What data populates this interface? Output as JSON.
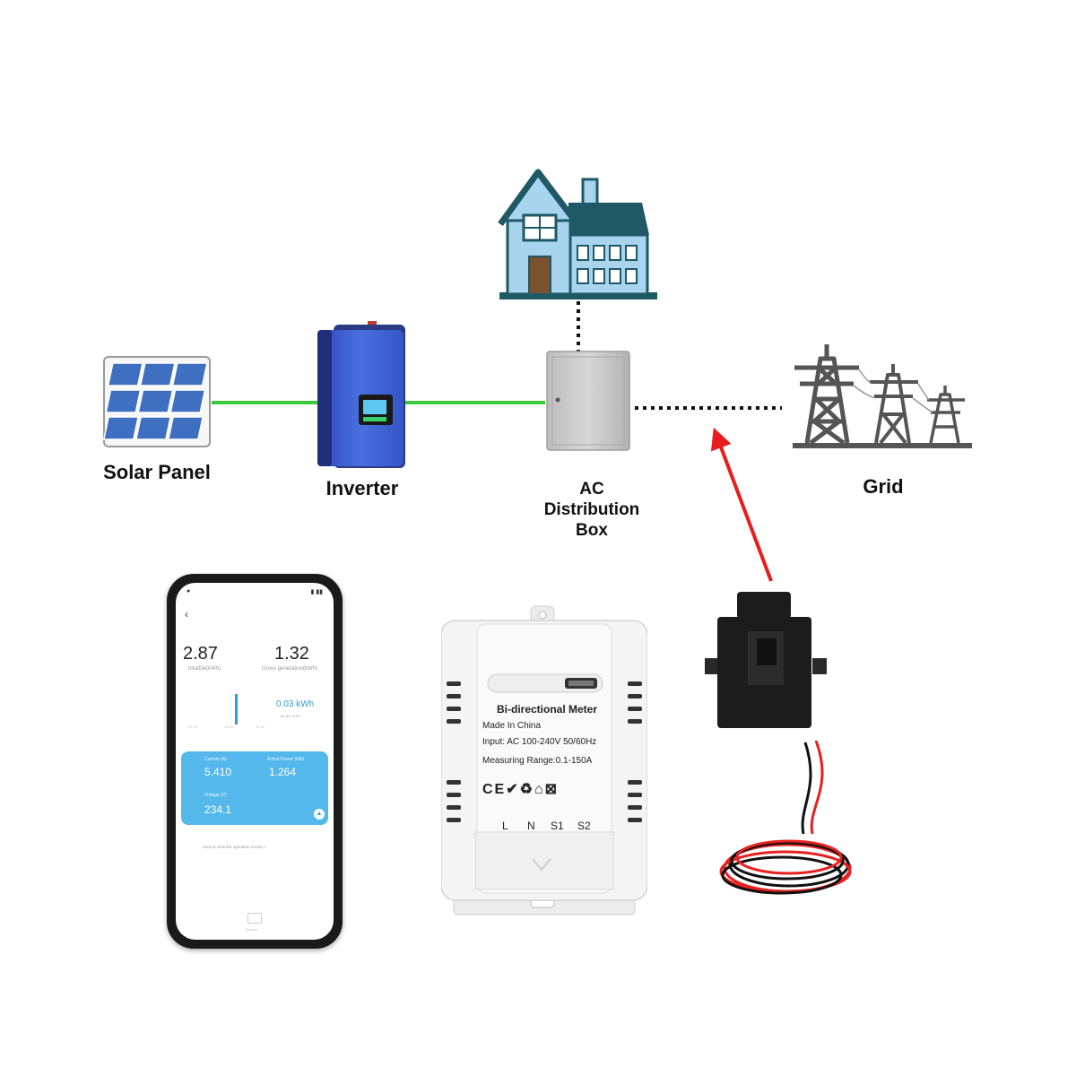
{
  "labels": {
    "solar_panel": "Solar Panel",
    "inverter": "Inverter",
    "ac_box_line1": "AC",
    "ac_box_line2": "Distribution",
    "ac_box_line3": "Box",
    "grid": "Grid"
  },
  "phone": {
    "total_value": "2.87",
    "total_label": "totalEle(kWh)",
    "generation_value": "1.32",
    "generation_label": "Gross generation(kWh)",
    "reading_value": "0.03 kWh",
    "reading_sub": "1m-90 / 5:00",
    "axis": [
      "01:00",
      "13:00",
      "0~10"
    ],
    "card": {
      "current_label": "Current (A)",
      "current_value": "5.410",
      "power_label": "Active Power (kW)",
      "power_value": "1.264",
      "voltage_label": "Voltage (V)",
      "voltage_value": "234.1"
    },
    "record_link": "Click to view the operation record >",
    "bottom_label": "Explore"
  },
  "meter": {
    "title": "Bi-directional Meter",
    "made_in": "Made In China",
    "input": "Input: AC 100-240V 50/60Hz",
    "range": "Measuring Range:0.1-150A",
    "terminals": [
      "L",
      "N",
      "S1",
      "S2"
    ]
  },
  "colors": {
    "green_wire": "#3bc93b",
    "arrow": "#e81c1c",
    "inverter_blue": "#3f63d8",
    "house_teal": "#1f5966",
    "house_blue": "#a8d4ee",
    "phone_card": "#55b8ea"
  }
}
